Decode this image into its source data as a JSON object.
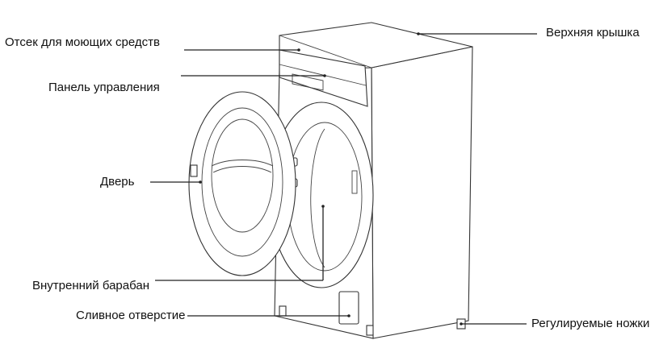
{
  "labels": {
    "detergent": "Отсек для моющих средств",
    "control_panel": "Панель управления",
    "door": "Дверь",
    "drum": "Внутренний барабан",
    "drain": "Сливное отверстие",
    "top_cover": "Верхняя крышка",
    "feet": "Регулируемые ножки"
  }
}
